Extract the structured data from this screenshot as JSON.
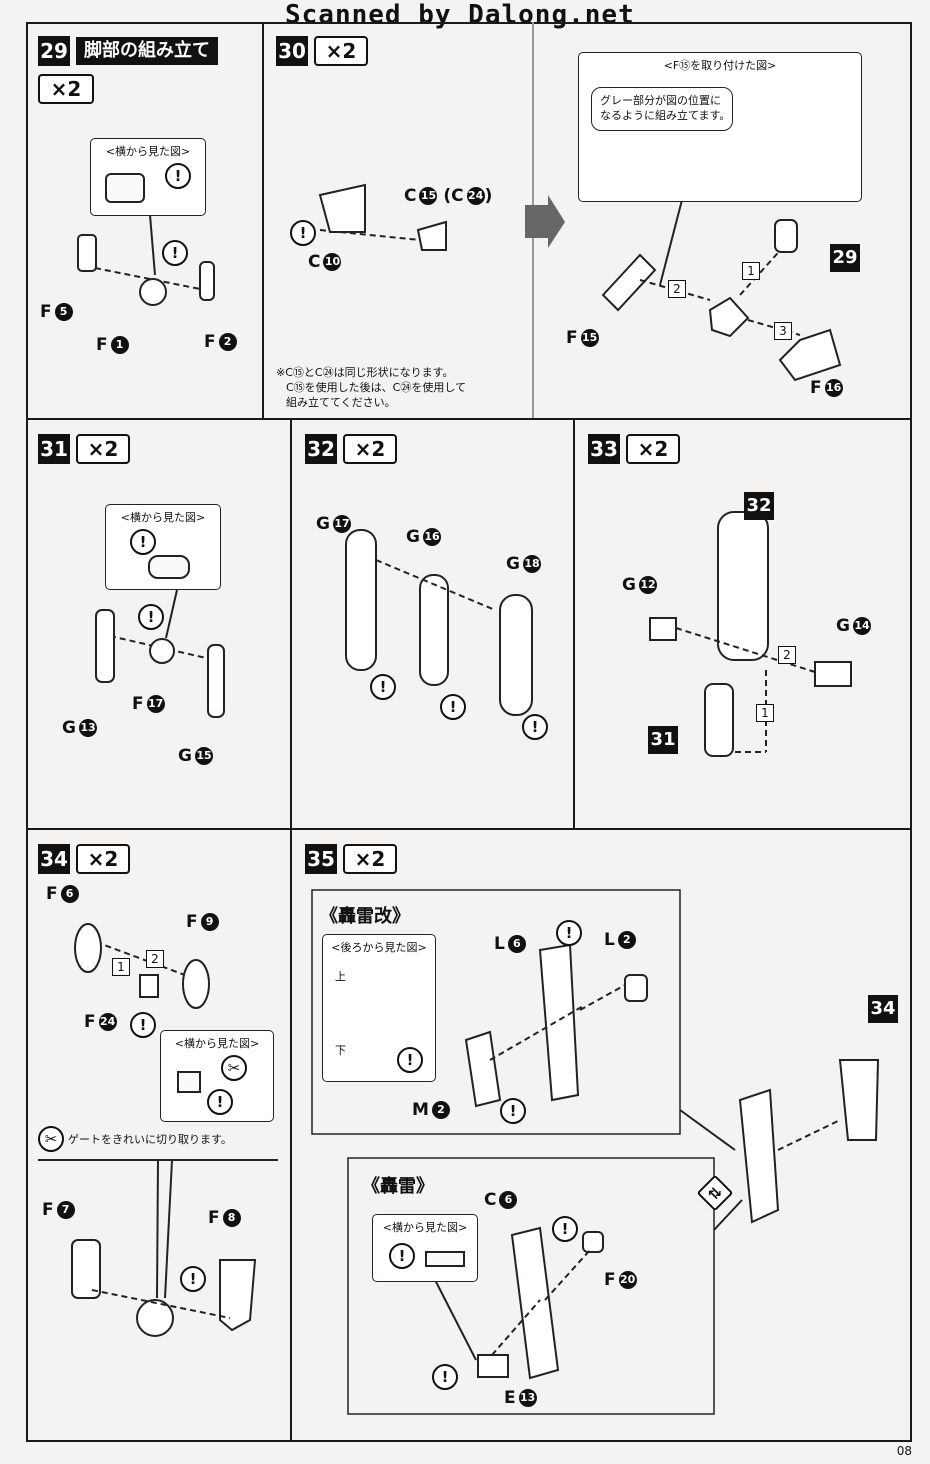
{
  "scanner_credit": "Scanned by Dalong.net",
  "page_number": "08",
  "steps": {
    "s29": {
      "num": "29",
      "title": "脚部の組み立て",
      "multiplier": "×2",
      "callout_title": "<横から見た図>",
      "labels": {
        "f5": "F",
        "f5n": "5",
        "f1": "F",
        "f1n": "1",
        "f2": "F",
        "f2n": "2"
      }
    },
    "s30": {
      "num": "30",
      "multiplier": "×2",
      "labels": {
        "c15": "C",
        "c15n": "15",
        "c24": "(C",
        "c24n": "24",
        "c24close": ")",
        "c10": "C",
        "c10n": "10"
      },
      "note_lines": [
        "※C⑮とC㉔は同じ形状になります。",
        "C⑮を使用した後は、C㉔を使用して",
        "組み立ててください。"
      ],
      "callout_title": "<F⑮を取り付けた図>",
      "callout_text_lines": [
        "グレー部分が図の位置に",
        "なるように組み立てます。"
      ],
      "order": [
        "1",
        "2",
        "3"
      ],
      "ref_step": "29",
      "labels2": {
        "f15": "F",
        "f15n": "15",
        "f16": "F",
        "f16n": "16"
      }
    },
    "s31": {
      "num": "31",
      "multiplier": "×2",
      "callout_title": "<横から見た図>",
      "labels": {
        "f17": "F",
        "f17n": "17",
        "g13": "G",
        "g13n": "13",
        "g15": "G",
        "g15n": "15"
      }
    },
    "s32": {
      "num": "32",
      "multiplier": "×2",
      "labels": {
        "g17": "G",
        "g17n": "17",
        "g16": "G",
        "g16n": "16",
        "g18": "G",
        "g18n": "18"
      }
    },
    "s33": {
      "num": "33",
      "multiplier": "×2",
      "ref_a": "32",
      "ref_b": "31",
      "order": [
        "1",
        "2"
      ],
      "labels": {
        "g12": "G",
        "g12n": "12",
        "g14": "G",
        "g14n": "14"
      }
    },
    "s34": {
      "num": "34",
      "multiplier": "×2",
      "callout_title": "<横から見た図>",
      "order": [
        "1",
        "2"
      ],
      "gate_note": "ゲートをきれいに切り取ります。",
      "labels": {
        "f6": "F",
        "f6n": "6",
        "f9": "F",
        "f9n": "9",
        "f24": "F",
        "f24n": "24",
        "f7": "F",
        "f7n": "7",
        "f8": "F",
        "f8n": "8"
      }
    },
    "s35": {
      "num": "35",
      "multiplier": "×2",
      "ref_step": "34",
      "variant_a": {
        "title": "《轟雷改》",
        "callout_title": "<後ろから見た図>",
        "top_label": "上",
        "bottom_label": "下",
        "labels": {
          "l6": "L",
          "l6n": "6",
          "l2": "L",
          "l2n": "2",
          "m2": "M",
          "m2n": "2"
        }
      },
      "variant_b": {
        "title": "《轟雷》",
        "callout_title": "<横から見た図>",
        "labels": {
          "c6": "C",
          "c6n": "6",
          "f20": "F",
          "f20n": "20",
          "e13": "E",
          "e13n": "13"
        }
      }
    }
  },
  "warning_mark": "!"
}
